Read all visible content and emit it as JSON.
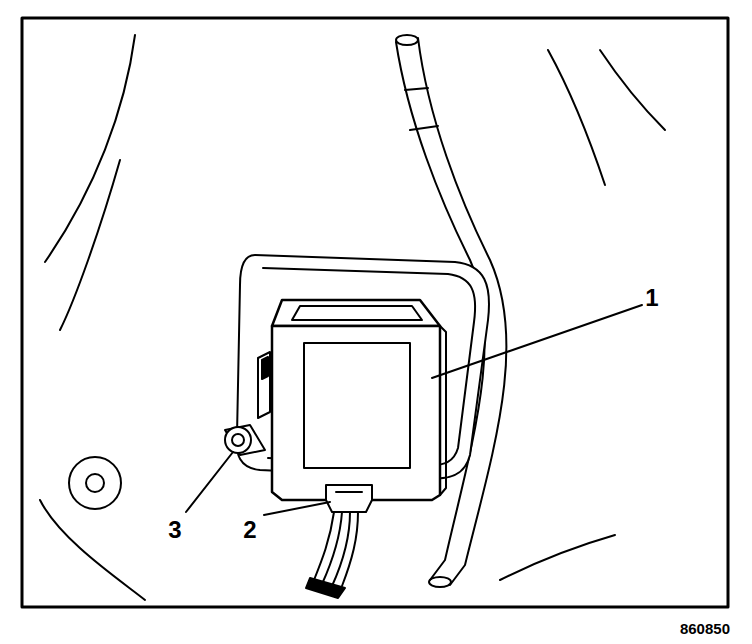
{
  "diagram": {
    "labels": [
      "1",
      "2",
      "3",
      "860850"
    ]
  }
}
